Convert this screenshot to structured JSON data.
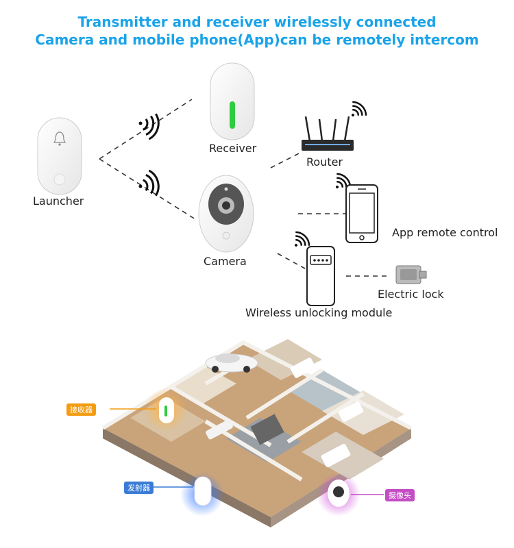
{
  "header": {
    "line1": "Transmitter and receiver wirelessly connected",
    "line2": "Camera and mobile phone(App)can be remotely intercom"
  },
  "devices": {
    "launcher": "Launcher",
    "receiver": "Receiver",
    "camera": "Camera",
    "router": "Router",
    "app": "App remote control",
    "unlock_module": "Wireless unlocking module",
    "electric_lock": "Electric lock"
  },
  "house_tags": {
    "receiver": "接收器",
    "transmitter": "发射器",
    "camera": "摄像头"
  },
  "colors": {
    "title": "#1aa3e8",
    "led_green": "#2ecc40",
    "tag_orange": "#f39c12",
    "tag_blue": "#3a7bd5",
    "tag_purple": "#c44cc4"
  }
}
